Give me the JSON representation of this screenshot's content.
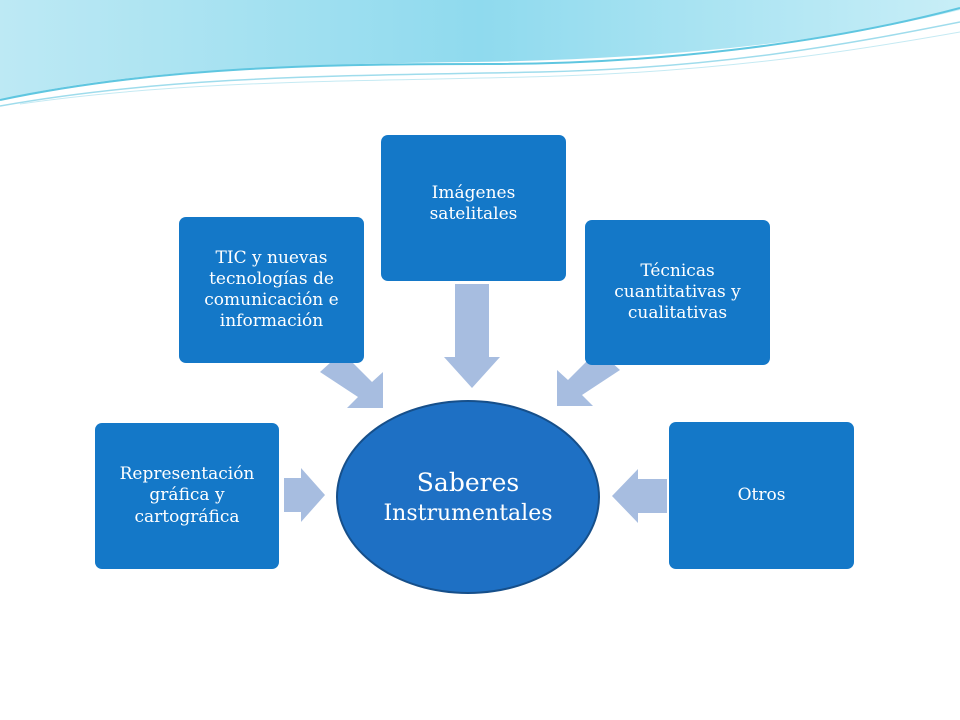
{
  "diagram": {
    "center": {
      "line1": "Saberes",
      "line2": "Instrumentales"
    },
    "nodes": {
      "representacion": "Representación gráfica y cartográfica",
      "tic": "TIC y nuevas tecnologías de comunicación e información",
      "imagenes": "Imágenes satelitales",
      "tecnicas": "Técnicas cuantitativas y cualitativas",
      "otros": "Otros"
    },
    "colors": {
      "node": "#1478c8",
      "center": "#1e70c4",
      "arrow": "#a7bde0",
      "wave": "#7fd3e8"
    }
  }
}
